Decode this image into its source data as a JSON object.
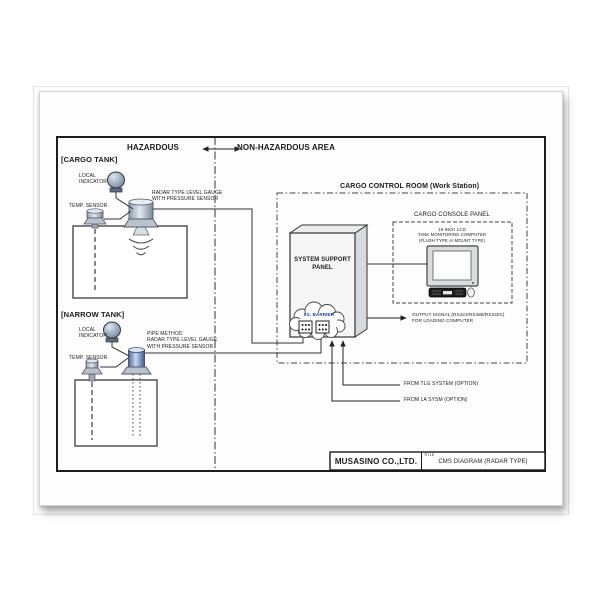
{
  "areas": {
    "hazardous": "HAZARDOUS",
    "non_hazardous": "NON-HAZARDOUS AREA"
  },
  "cargo_tank": {
    "title": "[CARGO TANK]",
    "local_indicator": "LOCAL\nINDICATOR",
    "gauge_label": "RADAR TYPE LEVEL GAUGE\nWITH PRESSURE SENSOR",
    "temp_sensor": "TEMP. SENSOR"
  },
  "narrow_tank": {
    "title": "[NARROW TANK]",
    "local_indicator": "LOCAL\nINDICATOR",
    "gauge_label": "PIPE METHOD\nRADAR TYPE LEVEL GAUGE\nWITH PRESSURE SENSOR",
    "temp_sensor": "TEMP. SENSOR"
  },
  "panel": {
    "label": "SYSTEM SUPPORT\nPANEL",
    "barrier": "I.S. BARRIER"
  },
  "control_room": {
    "title": "CARGO CONTROL ROOM (Work Station)",
    "console_title": "CARGO CONSOLE PANEL",
    "computer_label": "19 INCH LCD\nTANK MONITORING COMPUTER\n(FLUSH TYPE or MOUNT TYPE)"
  },
  "signals": {
    "output": "OUTPUT SIGNAL (RS422/RS485/RS232C)\nFOR LOADING COMPUTER",
    "input1": "FROM TLG SYSTEM (OPTION)",
    "input2": "FROM LA SYSM (OPTION)"
  },
  "title_block": {
    "company": "MUSASINO CO.,LTD.",
    "title_label": "TITLE",
    "title": "CMS DIAGRAM (RADAR TYPE)"
  },
  "colors": {
    "line": "#222222",
    "barrier_text": "#1d3fae"
  }
}
